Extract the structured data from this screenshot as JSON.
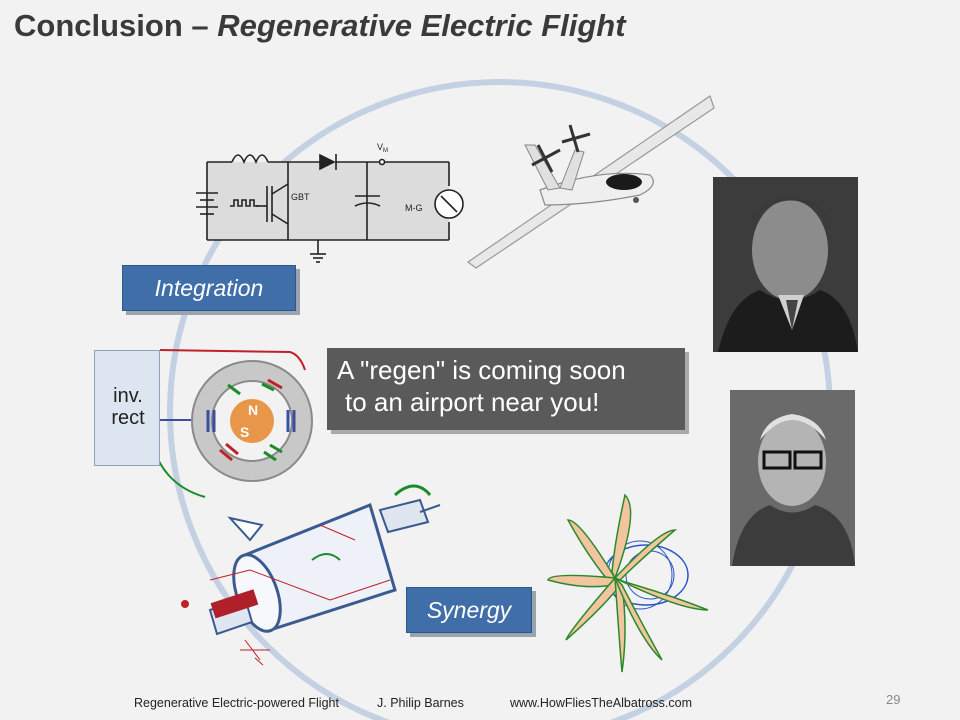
{
  "title": {
    "main": "Conclusion – ",
    "italic": "Regenerative Electric Flight"
  },
  "circuit": {
    "vm_label": "V",
    "vm_sub": "M",
    "gbt_label": "GBT",
    "mg_label": "M-G"
  },
  "labels": {
    "integration": "Integration",
    "synergy": "Synergy"
  },
  "callout": {
    "line1": "A \"regen\" is coming soon",
    "line2": "to an airport near you!"
  },
  "inverter": {
    "line1": "inv.",
    "line2": "rect"
  },
  "footer": {
    "left": "Regenerative Electric-powered Flight",
    "author": "J. Philip Barnes",
    "url": "www.HowFliesTheAlbatross.com",
    "page": "29"
  },
  "colors": {
    "ring": "#c3d1e3",
    "label_bg": "#3f6ea8",
    "callout_bg": "#5a5a5a"
  }
}
